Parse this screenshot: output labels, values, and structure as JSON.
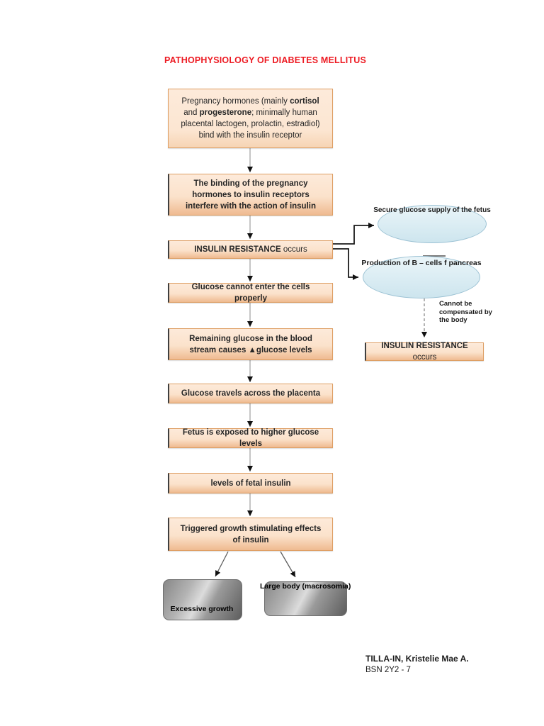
{
  "colors": {
    "title-red": "#ed1b23",
    "box-fill-top": "#fdeada",
    "box-fill-bottom": "#efba90",
    "box-border": "#de9e63",
    "box-edge-dark": "#3f3f3f",
    "ellipse-fill-top": "#eaf5f9",
    "ellipse-fill-bottom": "#cde5ee",
    "ellipse-border": "#9cc2d4",
    "outcome-gray-light": "#878787",
    "outcome-gray-dark": "#5d5d5d"
  },
  "page": {
    "title": "PATHOPHYSIOLOGY OF DIABETES MELLITUS"
  },
  "flow": {
    "boxes": [
      {
        "name": "pregnancy-hormones",
        "segments": [
          {
            "t": "Pregnancy hormones (mainly ",
            "b": false
          },
          {
            "t": "cortisol",
            "b": true
          },
          {
            "t": " and ",
            "b": false
          },
          {
            "t": "progesterone",
            "b": true
          },
          {
            "t": "; minimally human placental lactogen, prolactin, estradiol) bind with the insulin receptor",
            "b": false
          }
        ]
      },
      {
        "name": "binding-interferes",
        "segments": [
          {
            "t": "The binding of the pregnancy hormones to insulin receptors interfere with the action of insulin",
            "b": true
          }
        ]
      },
      {
        "name": "insulin-resistance",
        "segments": [
          {
            "t": "INSULIN RESISTANCE",
            "b": true
          },
          {
            "t": " occurs",
            "b": false
          }
        ]
      },
      {
        "name": "glucose-cannot-enter",
        "segments": [
          {
            "t": "Glucose cannot enter the cells properly",
            "b": true
          }
        ]
      },
      {
        "name": "remaining-glucose",
        "segments": [
          {
            "t": "Remaining glucose in the blood stream causes ▲glucose levels",
            "b": true
          }
        ]
      },
      {
        "name": "glucose-travels-placenta",
        "segments": [
          {
            "t": "Glucose travels across the placenta",
            "b": true
          }
        ]
      },
      {
        "name": "fetus-exposed",
        "segments": [
          {
            "t": "Fetus is exposed to higher glucose levels",
            "b": true
          }
        ]
      },
      {
        "name": "fetal-insulin-levels",
        "segments": [
          {
            "t": "levels of fetal insulin",
            "b": true
          }
        ]
      },
      {
        "name": "triggered-growth",
        "segments": [
          {
            "t": "Triggered growth stimulating effects of insulin",
            "b": true
          }
        ]
      }
    ]
  },
  "side": {
    "ellipse1_label": "Secure glucose supply of the fetus",
    "ellipse2_label": "Production of B – cells f pancreas",
    "cannot_label": "Cannot be compensated by the body",
    "box": {
      "segments": [
        {
          "t": "INSULIN RESISTANCE",
          "b": true
        },
        {
          "t": " occurs",
          "b": false
        }
      ]
    }
  },
  "outcomes": [
    {
      "label": "Excessive growth"
    },
    {
      "label": "Large body (macrosomia)"
    }
  ],
  "footer": {
    "name": "TILLA-IN, Kristelie Mae A.",
    "class": "BSN 2Y2 - 7"
  }
}
